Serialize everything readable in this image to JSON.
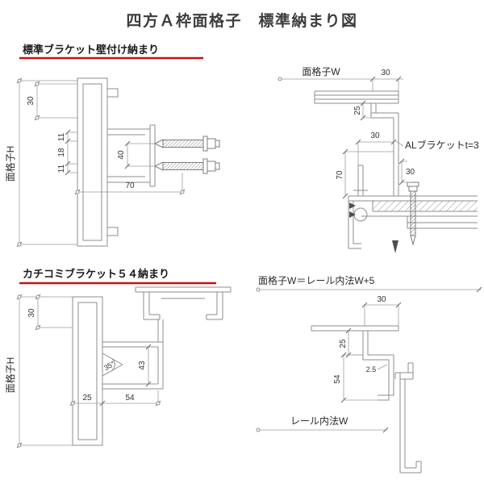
{
  "title": "四方Ａ枠面格子　標準納まり図",
  "colors": {
    "line": "#8d8d8d",
    "text": "#333333",
    "accent_red": "#c41212"
  },
  "top_left": {
    "heading": "標準ブラケット壁付け納まり",
    "dims": {
      "h_label": "面格子H",
      "d30": "30",
      "d11a": "11",
      "d18": "18",
      "d11b": "11",
      "d40": "40",
      "d70": "70"
    }
  },
  "top_right": {
    "dims": {
      "w_label": "面格子W",
      "d30_top": "30",
      "d25": "25",
      "d30_mid": "30",
      "bracket_label": "ALブラケットt=3",
      "d70": "70",
      "d30_low": "30"
    }
  },
  "bottom_left": {
    "heading": "カチコミブラケット５４納まり",
    "dims": {
      "h_label": "面格子H",
      "d30": "30",
      "d35": "35°",
      "d43": "43",
      "d25": "25",
      "d54": "54"
    }
  },
  "bottom_right": {
    "dims": {
      "w_formula": "面格子W＝レール内法W+5",
      "d30": "30",
      "d25": "25",
      "d54": "54",
      "d2_5": "2.5",
      "rail_label": "レール内法W"
    }
  }
}
